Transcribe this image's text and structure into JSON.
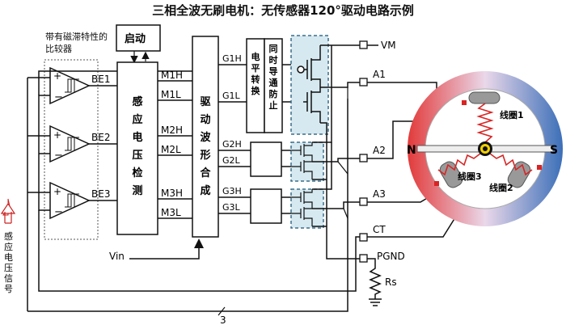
{
  "title": "三相全波无刷电机：无传感器120°驱动电路示例",
  "comparator_note": "带有磁滞特性的比较器",
  "start_label": "启动",
  "blocks": {
    "bemf_detect": "感应电压检测",
    "drive_waveform": "驱动波形合成",
    "level_shift": "电平转换",
    "shoot_through": "同时导通防止"
  },
  "comparator_outputs": [
    "BE1",
    "BE2",
    "BE3"
  ],
  "mid_signals": [
    "M1H",
    "M1L",
    "M2H",
    "M2L",
    "M3H",
    "M3L"
  ],
  "gate_signals": [
    "G1H",
    "G1L",
    "G2H",
    "G2L",
    "G3H",
    "G3L"
  ],
  "vin_label": "Vin",
  "terminals": [
    "VM",
    "A1",
    "A2",
    "A3",
    "CT",
    "PGND"
  ],
  "rs_label": "Rs",
  "bus_count": "3",
  "feedback_label": "感应电压信号",
  "motor": {
    "north": "N",
    "south": "S",
    "coils": [
      "线圈1",
      "线圈2",
      "线圈3"
    ]
  },
  "colors": {
    "line": "#111111",
    "driver_fill": "#d6e9f0",
    "driver_border": "#3a6f8a",
    "arrow_outline": "#cc2222",
    "coil": "#d82424",
    "north_red": "#e23a3a",
    "south_blue": "#3c6fb8"
  }
}
